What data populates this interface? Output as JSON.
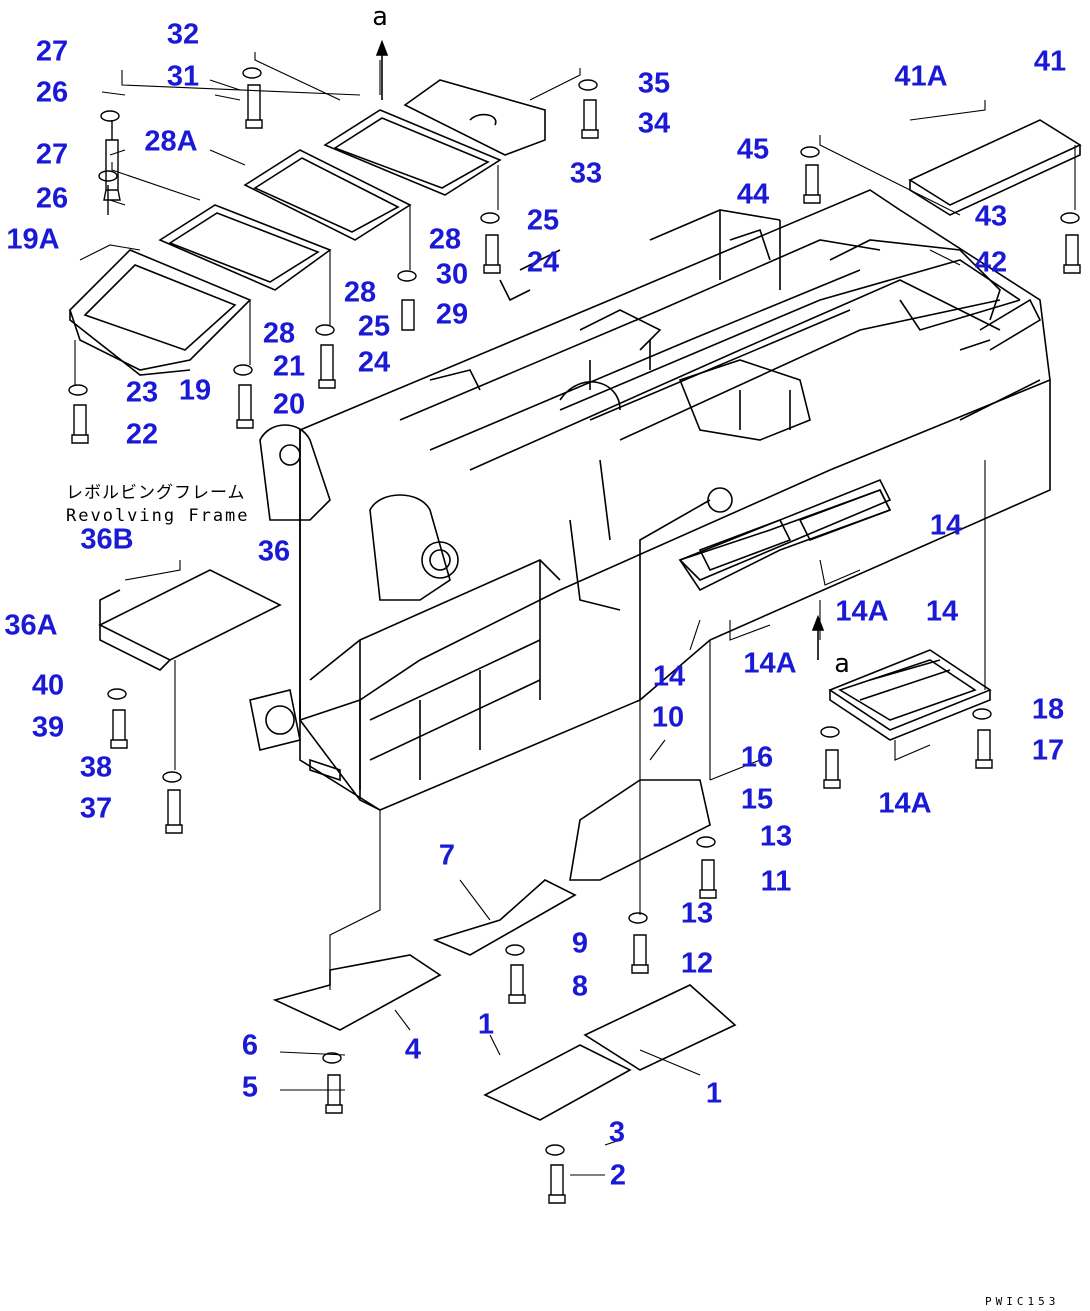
{
  "colors": {
    "callout": "#1a1ad6",
    "line": "#000000",
    "background": "#ffffff"
  },
  "frame_label_jp": "レボルビングフレーム",
  "frame_label_en": "Revolving Frame",
  "drawing_code": "PWIC153",
  "arrow_label": "a",
  "callouts": [
    "1",
    "1",
    "2",
    "3",
    "4",
    "5",
    "6",
    "7",
    "8",
    "9",
    "10",
    "11",
    "12",
    "13",
    "13",
    "14",
    "14",
    "14",
    "14A",
    "14A",
    "14A",
    "15",
    "16",
    "17",
    "18",
    "19",
    "19A",
    "20",
    "21",
    "22",
    "23",
    "24",
    "24",
    "25",
    "25",
    "26",
    "26",
    "27",
    "27",
    "28",
    "28",
    "28",
    "28A",
    "29",
    "30",
    "31",
    "32",
    "33",
    "34",
    "35",
    "36",
    "36A",
    "36B",
    "37",
    "38",
    "39",
    "40",
    "41",
    "41A",
    "42",
    "43",
    "44",
    "45"
  ]
}
